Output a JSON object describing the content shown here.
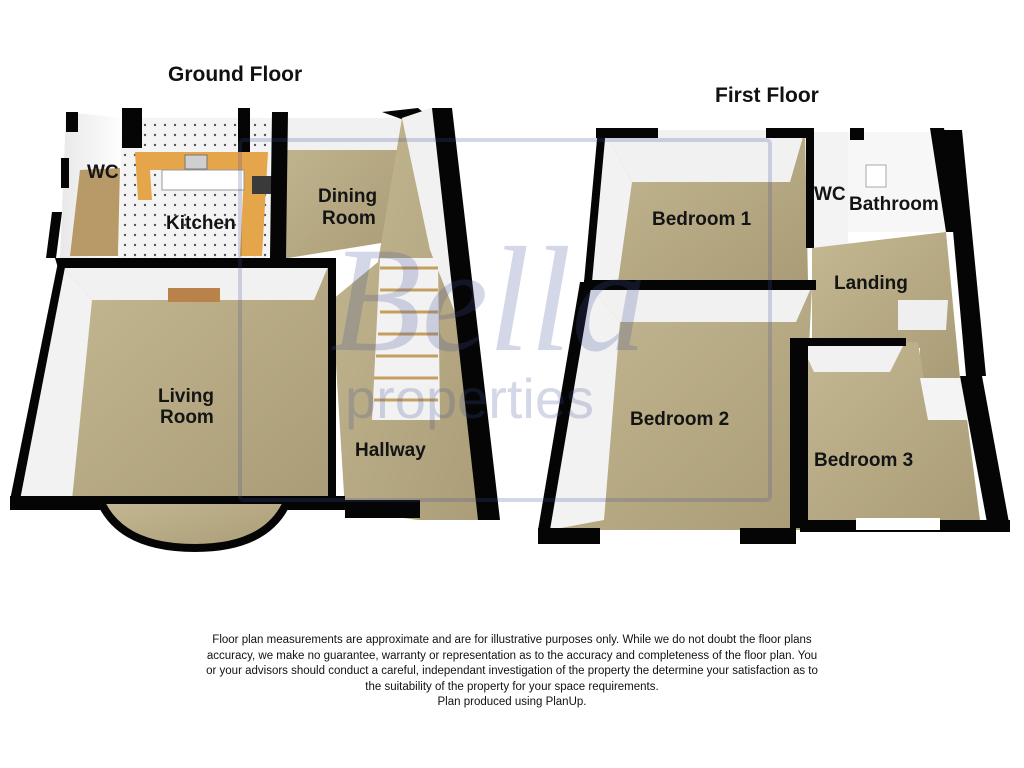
{
  "ground_floor": {
    "title": "Ground Floor",
    "rooms": {
      "wc": "WC",
      "kitchen": "Kitchen",
      "dining_line1": "Dining",
      "dining_line2": "Room",
      "living_line1": "Living",
      "living_line2": "Room",
      "hallway": "Hallway"
    }
  },
  "first_floor": {
    "title": "First Floor",
    "rooms": {
      "bedroom1": "Bedroom 1",
      "wc": "WC",
      "bathroom": "Bathroom",
      "landing": "Landing",
      "bedroom2": "Bedroom 2",
      "bedroom3": "Bedroom 3"
    }
  },
  "watermark": {
    "logo_text": "Bella",
    "tagline": "properties"
  },
  "disclaimer": {
    "line1": "Floor plan measurements are approximate and are for illustrative purposes only. While we do not doubt the floor plans",
    "line2": "accuracy, we make no guarantee, warranty or representation as to the accuracy and completeness of the floor plan. You",
    "line3": "or your advisors should conduct a careful, independant investigation of the property the determine your satisfaction as to",
    "line4": "the suitability of the property for your space requirements.",
    "line5": "Plan produced using PlanUp."
  },
  "colors": {
    "wall": "#050505",
    "floor_carpet": "#b6a983",
    "floor_tile": "#f2f2f2",
    "worktop": "#e5a54a",
    "inner_wall": "#f0f0f0",
    "watermark": "#3e4d95"
  }
}
